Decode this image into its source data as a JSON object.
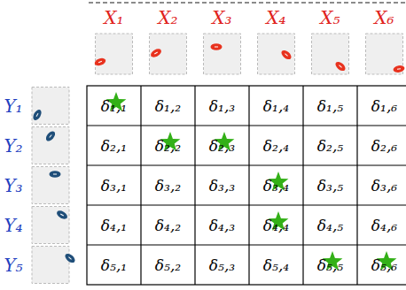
{
  "diagram": {
    "labels": [
      "X₁",
      "X₂",
      "X₃",
      "X₄",
      "X₅",
      "X₆",
      "Y₁",
      "Y₂",
      "Y₃",
      "Y₄",
      "Y₅",
      "δ₁,₁",
      "δ₁,₂",
      "δ₁,₃",
      "δ₁,₄",
      "δ₁,₅",
      "δ₁,₆",
      "δ₂,₁",
      "δ₂,₂",
      "δ₂,₃",
      "δ₂,₄",
      "δ₂,₅",
      "δ₂,₆",
      "δ₃,₁",
      "δ₃,₂",
      "δ₃,₃",
      "δ₃,₄",
      "δ₃,₅",
      "δ₃,₆",
      "δ₄,₁",
      "δ₄,₂",
      "δ₄,₃",
      "δ₄,₄",
      "δ₄,₅",
      "δ₄,₆",
      "δ₅,₁",
      "δ₅,₂",
      "δ₅,₃",
      "δ₅,₄",
      "δ₅,₅",
      "δ₅,₆"
    ]
  }
}
